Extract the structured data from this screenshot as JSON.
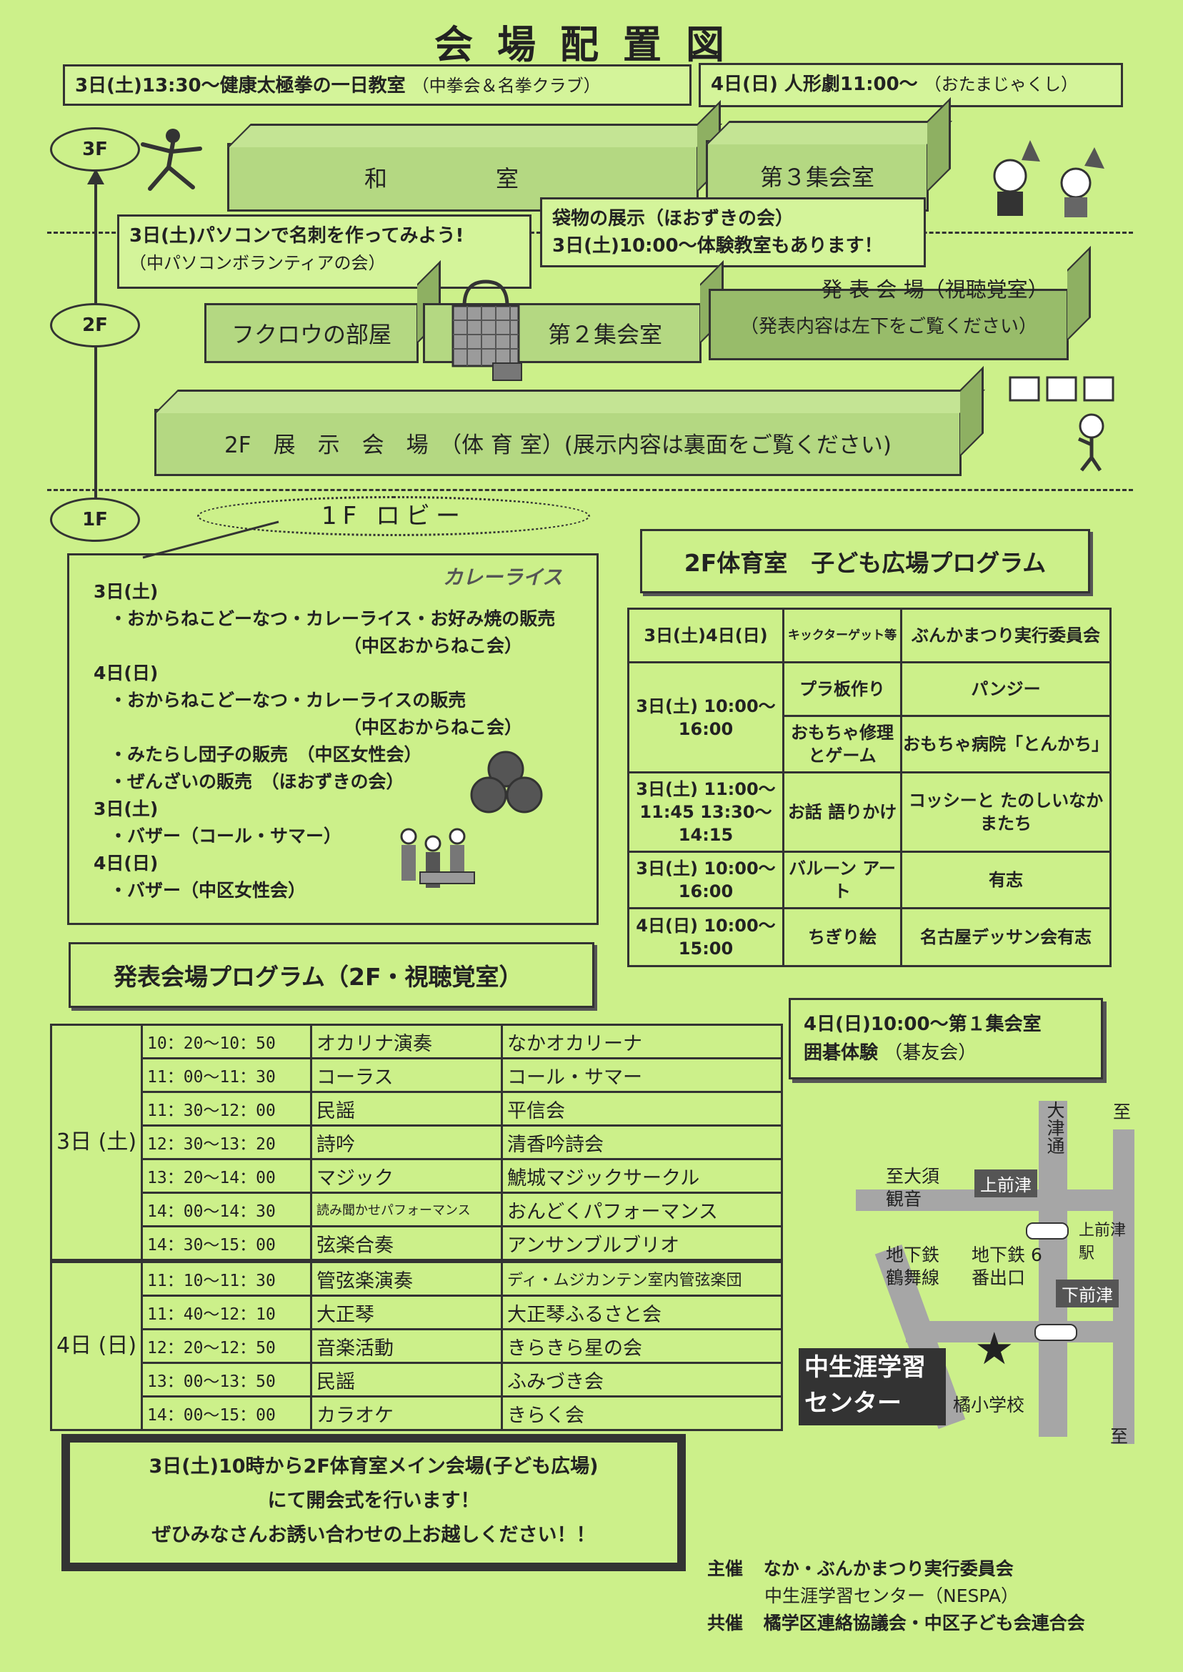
{
  "title": "会場配置図",
  "floors": {
    "f3": "3F",
    "f2": "2F",
    "f1": "1F"
  },
  "callouts": {
    "taikyoku": {
      "main": "3日(土)13:30～健康太極拳の一日教室",
      "sub": "（中拳会＆名拳クラブ）"
    },
    "ningyo": {
      "main": "4日(日) 人形劇11:00～",
      "sub": "（おたまじゃくし）"
    },
    "pasokon": {
      "line1": "3日(土)パソコンで名刺を作ってみよう!",
      "line2": "（中パソコンボランティアの会）"
    },
    "fukuro": {
      "line1": "袋物の展示（ほおずきの会）",
      "line2": "3日(土)10:00～体験教室もあります！"
    }
  },
  "rooms": {
    "washitsu": "和　室",
    "dai3": "第３集会室",
    "fukurou": "フクロウの部屋",
    "dai2": "第２集会室",
    "happyo": "発 表 会 場（視聴覚室）",
    "happyo_note": "（発表内容は左下をご覧ください）",
    "tenji": "2F　展　示　会　場　（体 育 室）(展示内容は裏面をご覧ください)"
  },
  "lobby": "1F ロビー",
  "curry_label": "カレーライス",
  "food": {
    "d3_head": "3日(土)",
    "d3_item1": "・おからねこどーなつ・カレーライス・お好み焼の販売",
    "d3_item1_org": "（中区おからねこ会）",
    "d4_head": "4日(日)",
    "d4_item1": "・おからねこどーなつ・カレーライスの販売",
    "d4_item1_org": "（中区おからねこ会）",
    "d4_item2": "・みたらし団子の販売　（中区女性会）",
    "d4_item3": "・ぜんざいの販売　（ほおずきの会）",
    "d3b_head": "3日(土)",
    "d3b_item": "・バザー（コール・サマー）",
    "d4b_head": "4日(日)",
    "d4b_item": "・バザー（中区女性会）"
  },
  "kids": {
    "title": "2F体育室　子ども広場プログラム",
    "r1": {
      "date": "3日(土)4日(日)",
      "act": "キックターゲット等",
      "org": "ぶんかまつり実行委員会"
    },
    "r2_date": "3日(土) 10:00～16:00",
    "r2a": {
      "act": "プラ板作り",
      "org": "パンジー"
    },
    "r2b": {
      "act": "おもちゃ修理とゲーム",
      "org": "おもちゃ病院「とんかち」"
    },
    "r3": {
      "date": "3日(土) 11:00～11:45 13:30～14:15",
      "act": "お話 語りかけ",
      "org": "コッシーと たのしいなかまたち"
    },
    "r4": {
      "date": "3日(土) 10:00～16:00",
      "act": "バルーン アート",
      "org": "有志"
    },
    "r5": {
      "date": "4日(日) 10:00～15:00",
      "act": "ちぎり絵",
      "org": "名古屋デッサン会有志"
    }
  },
  "program": {
    "title": "発表会場プログラム（2F・視聴覚室）",
    "day3": "3日 (土)",
    "day4": "4日 (日)",
    "rows": [
      {
        "time": "10：20～10：50",
        "genre": "オカリナ演奏",
        "group": "なかオカリーナ"
      },
      {
        "time": "11：00～11：30",
        "genre": "コーラス",
        "group": "コール・サマー"
      },
      {
        "time": "11：30～12：00",
        "genre": "民謡",
        "group": "平信会"
      },
      {
        "time": "12：30～13：20",
        "genre": "詩吟",
        "group": "清香吟詩会"
      },
      {
        "time": "13：20～14：00",
        "genre": "マジック",
        "group": "鯱城マジックサークル"
      },
      {
        "time": "14：00～14：30",
        "genre": "読み聞かせパフォーマンス",
        "group": "おんどくパフォーマンス"
      },
      {
        "time": "14：30～15：00",
        "genre": "弦楽合奏",
        "group": "アンサンブルブリオ"
      },
      {
        "time": "11：10～11：30",
        "genre": "管弦楽演奏",
        "group": "ディ・ムジカンテン室内管弦楽団"
      },
      {
        "time": "11：40～12：10",
        "genre": "大正琴",
        "group": "大正琴ふるさと会"
      },
      {
        "time": "12：20～12：50",
        "genre": "音楽活動",
        "group": "きらきら星の会"
      },
      {
        "time": "13：00～13：50",
        "genre": "民謡",
        "group": "ふみづき会"
      },
      {
        "time": "14：00～15：00",
        "genre": "カラオケ",
        "group": "きらく会"
      }
    ]
  },
  "igo": {
    "line1": "4日(日)10:00～第１集会室",
    "line2": "囲碁体験",
    "line2_org": "（碁友会）"
  },
  "map": {
    "ootsu": "大津通",
    "itaru_top": "至",
    "itaru_osu": "至大須 観音",
    "kamimaezu_sign": "上前津",
    "kamimaezu_station": "上前津駅",
    "tsurumai": "地下鉄 鶴舞線",
    "exit6": "地下鉄 6番出口",
    "shimomaezu_sign": "下前津",
    "center": "中生涯学習 センター",
    "school": "橘小学校",
    "itaru_bottom": "至"
  },
  "opening": {
    "line1": "3日(土)10時から2F体育室メイン会場(子ども広場)",
    "line2": "にて開会式を行います！",
    "line3": "ぜひみなさんお誘い合わせの上お越しください！！"
  },
  "footer": {
    "shusai_label": "主催",
    "shusai1": "なか・ぶんかまつり実行委員会",
    "shusai2": "中生涯学習センター（NESPA）",
    "kyosai_label": "共催",
    "kyosai": "橘学区連絡協議会・中区子ども会連合会"
  }
}
